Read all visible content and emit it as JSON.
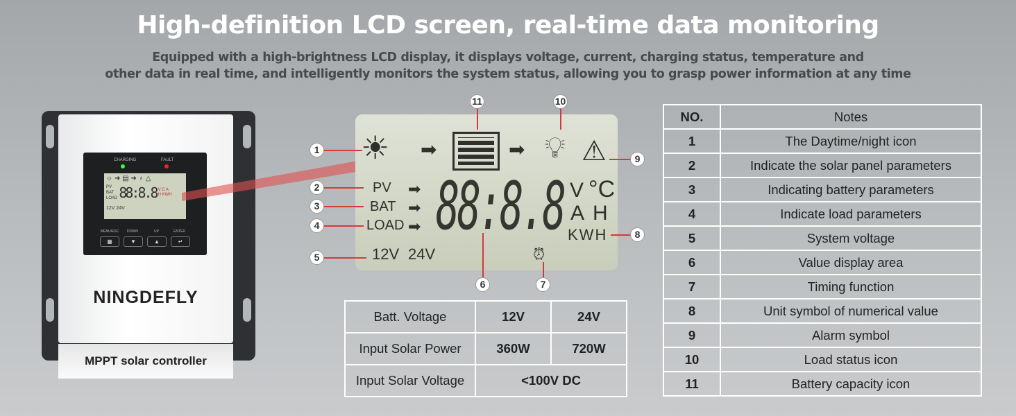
{
  "header": {
    "title": "High-definition LCD screen, real-time data monitoring",
    "subtitle_line1": "Equipped with a high-brightness LCD display, it displays voltage, current, charging status, temperature and",
    "subtitle_line2": "other data in real time, and intelligently monitors the system status, allowing you to grasp power information at any time"
  },
  "device": {
    "brand": "NINGDEFLY",
    "label": "MPPT solar controller",
    "charging": "CHARGING",
    "fault": "FAULT",
    "buttons": [
      "MENU/ESC",
      "DOWN",
      "UP",
      "ENTER"
    ],
    "mini_lcd": {
      "pv": "PV",
      "bat": "BAT",
      "load": "LOAD",
      "digits": "88:8.8",
      "units": "V C A H KWH",
      "volt": "12V 24V"
    }
  },
  "lcd": {
    "pv": "PV",
    "bat": "BAT",
    "load": "LOAD",
    "volt12": "12V",
    "volt24": "24V",
    "digits": "88:8.8",
    "unit_v": "V",
    "unit_c": "°C",
    "unit_a": "A",
    "unit_h": "H",
    "unit_kwh": "KWH",
    "callouts": [
      "1",
      "2",
      "3",
      "4",
      "5",
      "6",
      "7",
      "8",
      "9",
      "10",
      "11"
    ]
  },
  "colors": {
    "accent": "#d43a3a",
    "lcd": "#d4d8c8"
  },
  "spec_table": {
    "rows": [
      [
        "Batt. Voltage",
        "12V",
        "24V"
      ],
      [
        "Input Solar Power",
        "360W",
        "720W"
      ],
      [
        "Input Solar Voltage",
        "<100V DC"
      ]
    ]
  },
  "notes_table": {
    "headers": [
      "NO.",
      "Notes"
    ],
    "rows": [
      [
        "1",
        "The Daytime/night icon"
      ],
      [
        "2",
        "Indicate the solar panel parameters"
      ],
      [
        "3",
        "Indicating battery parameters"
      ],
      [
        "4",
        "Indicate load parameters"
      ],
      [
        "5",
        "System voltage"
      ],
      [
        "6",
        "Value display area"
      ],
      [
        "7",
        "Timing function"
      ],
      [
        "8",
        "Unit symbol of numerical value"
      ],
      [
        "9",
        "Alarm symbol"
      ],
      [
        "10",
        "Load status icon"
      ],
      [
        "11",
        "Battery capacity icon"
      ]
    ]
  }
}
